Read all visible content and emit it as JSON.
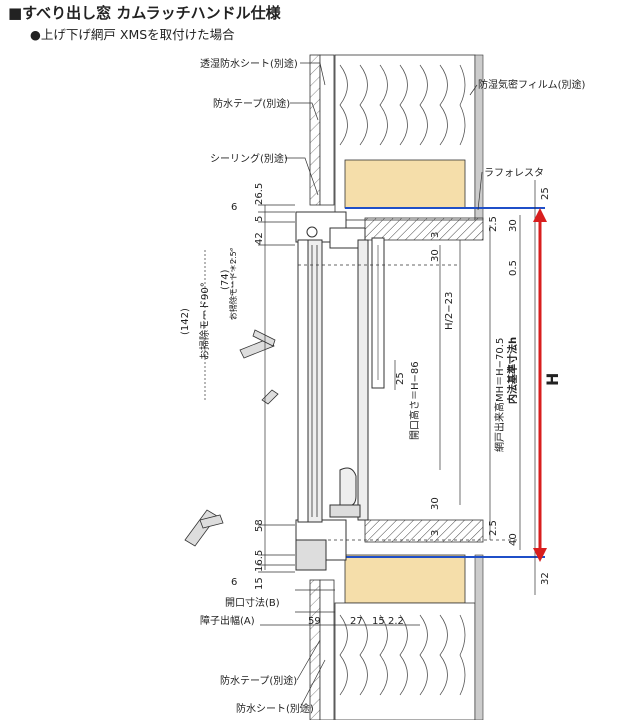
{
  "header": {
    "title": "■すべり出し窓 カムラッチハンドル仕様",
    "subtitle": "●上げ下げ網戸 XMSを取付けた場合"
  },
  "labels": {
    "moisture_sheet": "透湿防水シート(別途)",
    "waterproof_tape_top": "防水テープ(別途)",
    "sealing": "シーリング(別途)",
    "vapor_film": "防湿気密フィルム(別途)",
    "lath": "ラフォレスタ",
    "waterproof_tape_bottom": "防水テープ(別途)",
    "waterproof_sheet_bottom": "防水シート(別途)",
    "opening_dim_b": "開口寸法(B)",
    "obstacle_width_a": "障子出幅(A)",
    "cleaning_mode_90": "お掃除モード90°",
    "cleaning_mode_25": "お掃除モード＊2.5°",
    "opening_height": "開口高さ＝H−86",
    "h2": "H/2−23",
    "screen_height": "網戸出来高MH＝H−70.5",
    "inner_h": "内法基準寸法h",
    "H": "H"
  },
  "dims": {
    "d6_top": "6",
    "d26_5": "26.5",
    "d5": "5",
    "d42": "42",
    "d142": "(142)",
    "d74": "(74)",
    "d3_top": "3",
    "d30_top": "30",
    "d25_sash": "25",
    "d2_5_top": "2.5",
    "d30_right_top": "30",
    "d25_right": "25",
    "d0_5": "0.5",
    "d30_bottom": "30",
    "d3_bottom": "3",
    "d2_5_bottom": "2.5",
    "d40": "40",
    "d58": "58",
    "d15_bot": "15",
    "d16_5": "16.5",
    "d6_bot": "6",
    "d32": "32",
    "d59": "59",
    "d27": "27",
    "d15": "15",
    "d2_2": "2.2"
  },
  "colors": {
    "insulation": "#f5deaa",
    "blue_line": "#1f4fc8",
    "red_dim": "#d81e1e"
  }
}
